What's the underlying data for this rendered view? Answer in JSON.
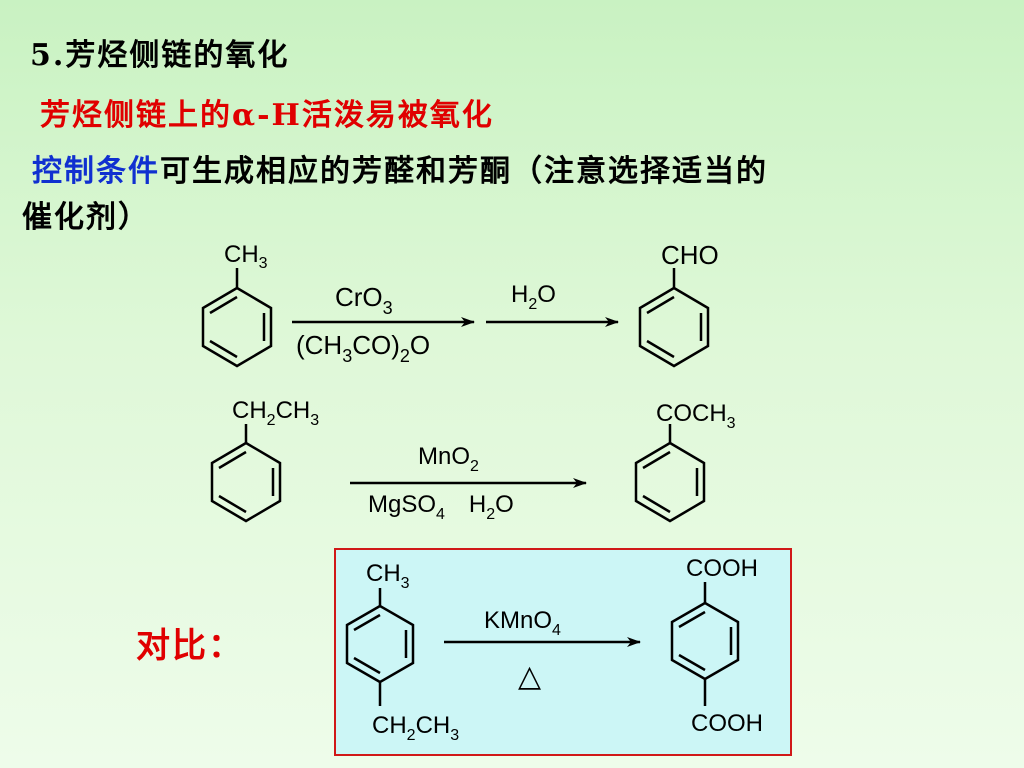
{
  "heading": {
    "number": "5.",
    "title": "芳烃侧链的氧化"
  },
  "subtitle": {
    "prefix": "芳烃侧链上的",
    "alpha": "α",
    "suffix": "-H活泼易被氧化"
  },
  "desc": {
    "blue": "控制条件",
    "rest": "可生成相应的芳醛和芳酮（注意选择适当的",
    "line2": "催化剂）"
  },
  "reaction1": {
    "reactant": {
      "main": "CH",
      "sub": "3"
    },
    "reagent_top": {
      "a": "CrO",
      "b": "3"
    },
    "reagent_bottom": {
      "a": "(CH",
      "b": "3",
      "c": "CO)",
      "d": "2",
      "e": "O"
    },
    "reagent2": {
      "a": "H",
      "b": "2",
      "c": "O"
    },
    "product": "CHO"
  },
  "reaction2": {
    "reactant": {
      "a": "CH",
      "b": "2",
      "c": "CH",
      "d": "3"
    },
    "reagent_top": {
      "a": "MnO",
      "b": "2"
    },
    "reagent_bottom": {
      "a": "MgSO",
      "b": "4",
      "c": "H",
      "d": "2",
      "e": "O"
    },
    "product": {
      "a": "COCH",
      "b": "3"
    }
  },
  "comparison": {
    "label": "对比：",
    "reactant_top": {
      "a": "CH",
      "b": "3"
    },
    "reactant_bottom": {
      "a": "CH",
      "b": "2",
      "c": "CH",
      "d": "3"
    },
    "reagent": {
      "a": "KMnO",
      "b": "4"
    },
    "heat": "△",
    "product_top": "COOH",
    "product_bottom": "COOH"
  },
  "colors": {
    "red": "#e00000",
    "blue": "#1030d0",
    "box_fill": "#ccf6f6",
    "box_border": "#d01818"
  }
}
